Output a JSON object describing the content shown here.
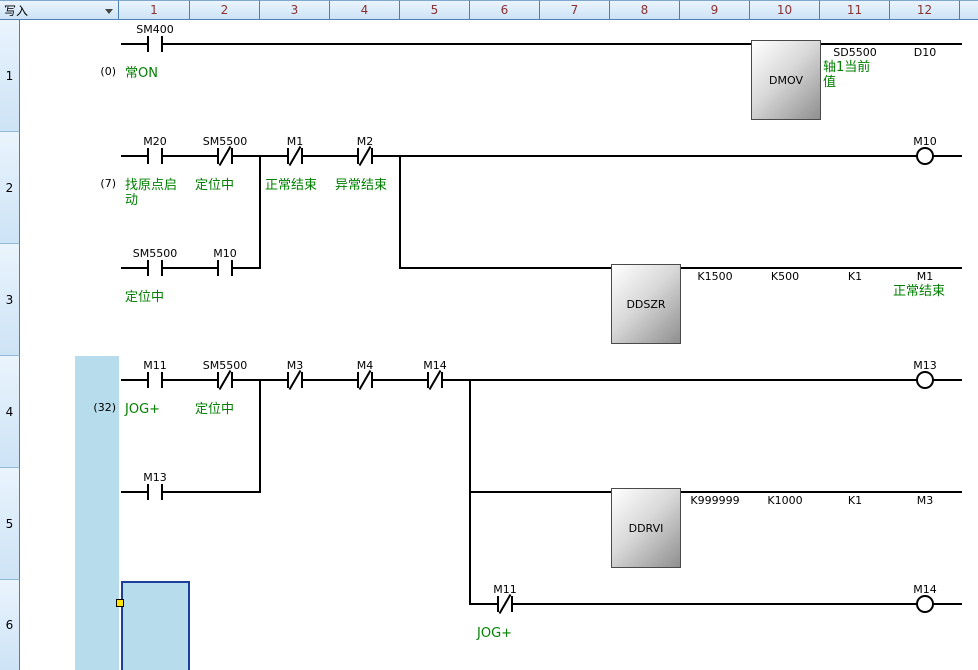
{
  "header": {
    "mode": "写入",
    "columns": [
      "1",
      "2",
      "3",
      "4",
      "5",
      "6",
      "7",
      "8",
      "9",
      "10",
      "11",
      "12"
    ]
  },
  "rows": [
    "1",
    "2",
    "3",
    "4",
    "5",
    "6"
  ],
  "icons": {
    "mode_dropdown": "chevron-down",
    "drag_handle": "yellow-square-handle"
  },
  "colors": {
    "comment_green": "#008000",
    "header_text": "#8b3232",
    "selection_blue": "#b7dcec",
    "cursor_border": "#1c3e9c",
    "header_border": "#4d7fb5"
  },
  "rungs": {
    "r1": {
      "step": "(0)",
      "c1": {
        "label": "SM400",
        "comment": "常ON"
      },
      "instr": "DMOV",
      "op1": {
        "label": "SD5500",
        "comment": "轴1当前值"
      },
      "op2": {
        "label": "D10"
      }
    },
    "r2": {
      "step": "(7)",
      "c1": {
        "label": "M20",
        "comment": "找原点启动"
      },
      "c2": {
        "label": "SM5500",
        "comment": "定位中"
      },
      "c3": {
        "label": "M1",
        "comment": "正常结束"
      },
      "c4": {
        "label": "M2",
        "comment": "异常结束"
      },
      "coil": {
        "label": "M10"
      }
    },
    "r3": {
      "c1": {
        "label": "SM5500",
        "comment": "定位中"
      },
      "c2": {
        "label": "M10"
      },
      "instr": "DDSZR",
      "op1": {
        "label": "K1500"
      },
      "op2": {
        "label": "K500"
      },
      "op3": {
        "label": "K1"
      },
      "op4": {
        "label": "M1",
        "comment": "正常结束"
      }
    },
    "r4": {
      "step": "(32)",
      "c1": {
        "label": "M11",
        "comment": "JOG+"
      },
      "c2": {
        "label": "SM5500",
        "comment": "定位中"
      },
      "c3": {
        "label": "M3"
      },
      "c4": {
        "label": "M4"
      },
      "c5": {
        "label": "M14"
      },
      "coil": {
        "label": "M13"
      }
    },
    "r5": {
      "c1": {
        "label": "M13"
      },
      "instr": "DDRVI",
      "op1": {
        "label": "K999999"
      },
      "op2": {
        "label": "K1000"
      },
      "op3": {
        "label": "K1"
      },
      "op4": {
        "label": "M3"
      }
    },
    "r6": {
      "c1": {
        "label": "M11",
        "comment": "JOG+"
      },
      "coil": {
        "label": "M14"
      }
    }
  }
}
